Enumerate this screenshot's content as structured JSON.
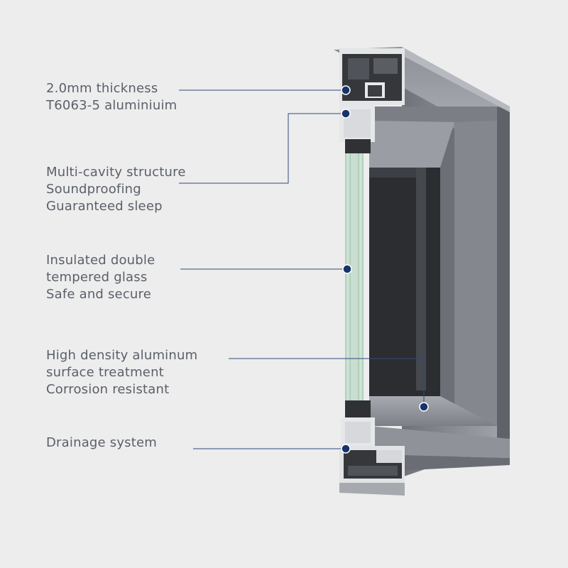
{
  "colors": {
    "background": "#ededee",
    "text": "#5b6068",
    "leader_line": "#31497a",
    "dot": "#16346b",
    "frame_face": "#8e9197",
    "frame_dark": "#3e4045",
    "glass": "#b9d3c2"
  },
  "callouts": [
    {
      "lines": [
        "2.0mm thickness",
        "T6063-5 aluminiuim"
      ]
    },
    {
      "lines": [
        "Multi-cavity structure",
        "Soundproofing",
        "Guaranteed sleep"
      ]
    },
    {
      "lines": [
        "Insulated double",
        "tempered glass",
        "Safe and secure"
      ]
    },
    {
      "lines": [
        "High density aluminum",
        "surface treatment",
        "Corrosion resistant"
      ]
    },
    {
      "lines": [
        "Drainage system"
      ]
    }
  ]
}
